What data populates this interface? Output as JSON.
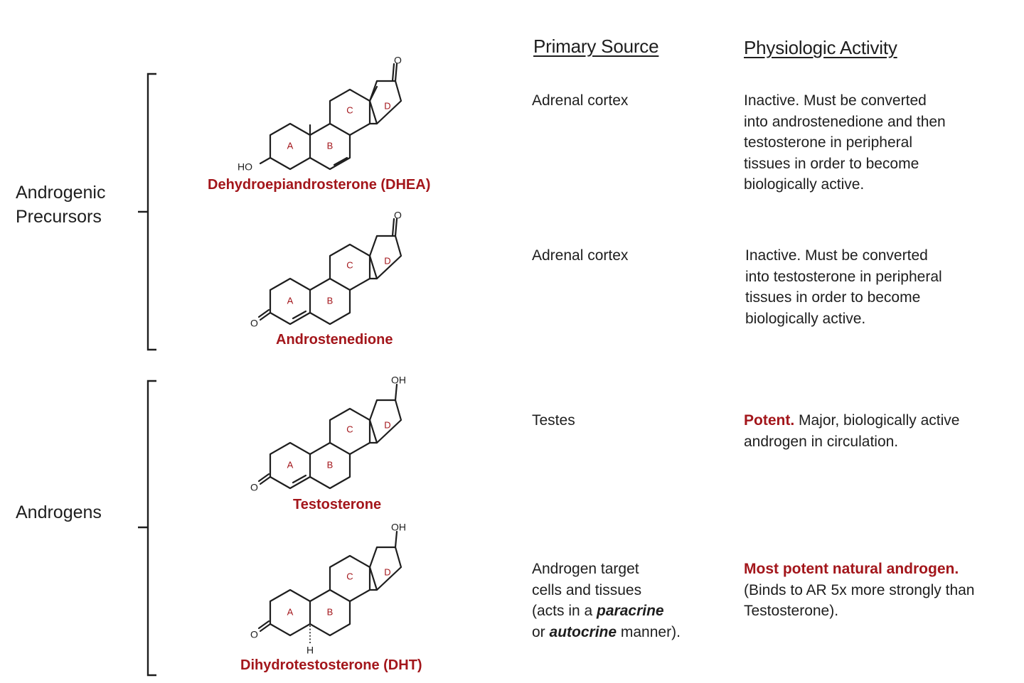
{
  "headers": {
    "primary_source": "Primary Source",
    "physiologic_activity": "Physiologic Activity"
  },
  "groups": {
    "precursors": {
      "line1": "Androgenic",
      "line2": "Precursors"
    },
    "androgens": {
      "label": "Androgens"
    }
  },
  "ring_labels": [
    "A",
    "B",
    "C",
    "D"
  ],
  "atoms": {
    "hydroxyl_left": "HO",
    "hydroxyl_top": "OH",
    "oxygen": "O",
    "hydrogen": "H"
  },
  "compounds": [
    {
      "name": "Dehydroepiandrosterone (DHEA)",
      "source": [
        "Adrenal cortex"
      ],
      "activity": [
        "Inactive. Must be converted",
        "into androstenedione and then",
        "testosterone in peripheral",
        "tissues in order to become",
        "biologically active."
      ]
    },
    {
      "name": "Androstenedione",
      "source": [
        "Adrenal cortex"
      ],
      "activity": [
        "Inactive. Must be converted",
        "into testosterone in peripheral",
        "tissues in order to become",
        "biologically active."
      ]
    },
    {
      "name": "Testosterone",
      "source": [
        "Testes"
      ],
      "activity_emph": "Potent.",
      "activity_rest": " Major, biologically active",
      "activity_line2": "androgen in circulation."
    },
    {
      "name": "Dihydrotestosterone (DHT)",
      "source_line1": "Androgen target",
      "source_line2": "cells and tissues",
      "source_line3_pre": "(acts in a ",
      "source_line3_emph": "paracrine",
      "source_line4_pre": "or ",
      "source_line4_emph": "autocrine",
      "source_line4_post": " manner).",
      "activity_emph": "Most potent natural androgen.",
      "activity_line2": "(Binds to AR 5x more strongly than",
      "activity_line3": "Testosterone)."
    }
  ]
}
